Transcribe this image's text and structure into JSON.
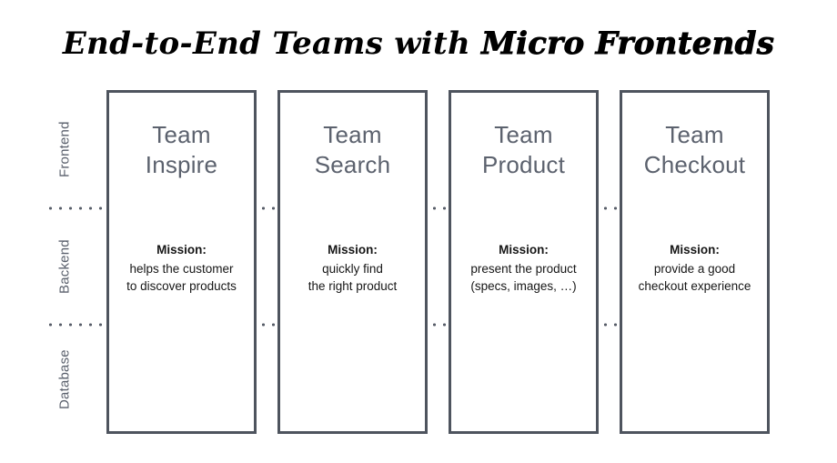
{
  "slide": {
    "title_plain": "End-to-End Teams with ",
    "title_strong": "Micro Frontends",
    "background_color": "#ffffff",
    "box_border_color": "#4e545e",
    "team_name_color": "#5c626e",
    "axis_label_color": "#5a606c",
    "mission_text_color": "#161616",
    "dot_color": "#575d68"
  },
  "axis": {
    "label": "layers",
    "layers": [
      {
        "name": "frontend",
        "label": "Frontend"
      },
      {
        "name": "backend",
        "label": "Backend"
      },
      {
        "name": "database",
        "label": "Database"
      }
    ]
  },
  "mission_heading": "Mission:",
  "teams": [
    {
      "id": "inspire",
      "name_line_1": "Team",
      "name_line_2": "Inspire",
      "mission_line_1": "helps the customer",
      "mission_line_2": "to discover products"
    },
    {
      "id": "search",
      "name_line_1": "Team",
      "name_line_2": "Search",
      "mission_line_1": "quickly find",
      "mission_line_2": "the right product"
    },
    {
      "id": "product",
      "name_line_1": "Team",
      "name_line_2": "Product",
      "mission_line_1": "present the product",
      "mission_line_2": "(specs, images, …)"
    },
    {
      "id": "checkout",
      "name_line_1": "Team",
      "name_line_2": "Checkout",
      "mission_line_1": "provide a good",
      "mission_line_2": "checkout experience"
    }
  ]
}
